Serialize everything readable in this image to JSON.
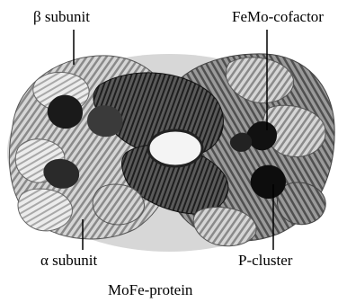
{
  "labels": {
    "beta_subunit": "β subunit",
    "femo_cofactor": "FeMo-cofactor",
    "alpha_subunit": "α subunit",
    "p_cluster": "P-cluster",
    "caption": "MoFe-protein"
  },
  "colors": {
    "dark_ribbon": "#2a2a2a",
    "mid_ribbon": "#6a6a6a",
    "light_ribbon": "#b8b8b8",
    "pale_ribbon": "#e2e2e2",
    "leader_line": "#000000"
  }
}
